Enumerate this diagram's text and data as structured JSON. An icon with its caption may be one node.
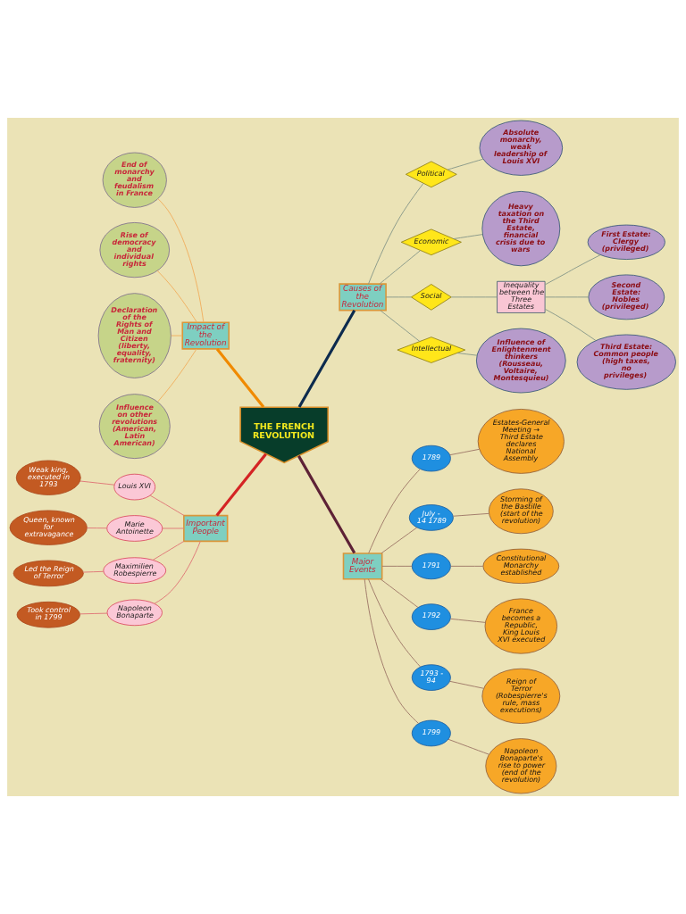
{
  "diagram": {
    "nodes": [
      {
        "text": [
          "THE FRENCH REVOLUTION"
        ]
      },
      {
        "text": [
          "Causes of the Revolution"
        ]
      },
      {
        "text": [
          "Political"
        ]
      },
      {
        "text": [
          "Absolute monarchy, weak leadership of Louis XVI"
        ]
      },
      {
        "text": [
          "Economic"
        ]
      },
      {
        "text": [
          "Heavy taxation on the Third Estate, financial crisis due to wars"
        ]
      },
      {
        "text": [
          "Social"
        ]
      },
      {
        "text": [
          "Inequality between the Three Estates"
        ]
      },
      {
        "text": [
          "First Estate: Clergy (privileged)"
        ]
      },
      {
        "text": [
          "Second Estate: Nobles (privileged)"
        ]
      },
      {
        "text": [
          "Third Estate: Common people (high taxes, no privileges)"
        ]
      },
      {
        "text": [
          "Intellectual"
        ]
      },
      {
        "text": [
          "Influence of Enlightenment thinkers (Rousseau, Voltaire, Montesquieu)"
        ]
      },
      {
        "text": [
          "Major Events"
        ]
      },
      {
        "text": [
          "1789"
        ]
      },
      {
        "text": [
          "Estates-General Meeting → Third Estate declares National Assembly"
        ]
      },
      {
        "text": [
          "July - 14 1789"
        ]
      },
      {
        "text": [
          "Storming of the Bastille (start of the revolution)"
        ]
      },
      {
        "text": [
          "1791"
        ]
      },
      {
        "text": [
          "Constitutional Monarchy established"
        ]
      },
      {
        "text": [
          "1792"
        ]
      },
      {
        "text": [
          "France becomes a Republic, King Louis XVI executed"
        ]
      },
      {
        "text": [
          "1793 - 94"
        ]
      },
      {
        "text": [
          "Reign of Terror (Robespierre's rule, mass executions)"
        ]
      },
      {
        "text": [
          "1799"
        ]
      },
      {
        "text": [
          "Napoleon Bonaparte's rise to power (end of the revolution)"
        ]
      },
      {
        "text": [
          "Impact of the Revolution"
        ]
      },
      {
        "text": [
          "End of monarchy and feudalism in France"
        ]
      },
      {
        "text": [
          "Rise of democracy and individual rights"
        ]
      },
      {
        "text": [
          "Declaration of the Rights of Man and Citizen (liberty, equality, fraternity)"
        ]
      },
      {
        "text": [
          "Influence on other revolutions (American, Latin American)"
        ]
      },
      {
        "text": [
          "Important People"
        ]
      },
      {
        "text": [
          "Louis XVI"
        ]
      },
      {
        "text": [
          "Weak king, executed in 1793"
        ]
      },
      {
        "text": [
          "Marie Antoinette"
        ]
      },
      {
        "text": [
          "Queen, known for extravagance"
        ]
      },
      {
        "text": [
          "Maximilien Robespierre"
        ]
      },
      {
        "text": [
          "Led the Reign of Terror"
        ]
      },
      {
        "text": [
          "Napoleon Bonaparte"
        ]
      },
      {
        "text": [
          "Took control in 1799"
        ]
      }
    ],
    "edges": [
      {
        "from": 0,
        "to": 1,
        "arrow": "none",
        "style": "thick",
        "color": "#0d2b4e"
      },
      {
        "from": 1,
        "to": 2,
        "arrow": "none",
        "color": "#8a9a8a"
      },
      {
        "from": 2,
        "to": 3,
        "arrow": "none",
        "color": "#8a9a8a"
      },
      {
        "from": 1,
        "to": 4,
        "arrow": "none",
        "color": "#8a9a8a"
      },
      {
        "from": 4,
        "to": 5,
        "arrow": "none",
        "color": "#8a9a8a"
      },
      {
        "from": 1,
        "to": 6,
        "arrow": "none",
        "color": "#8a9a8a"
      },
      {
        "from": 6,
        "to": 7,
        "arrow": "none",
        "color": "#8a9a8a"
      },
      {
        "from": 7,
        "to": 8,
        "arrow": "none",
        "color": "#8a9a8a"
      },
      {
        "from": 7,
        "to": 9,
        "arrow": "none",
        "color": "#8a9a8a"
      },
      {
        "from": 7,
        "to": 10,
        "arrow": "none",
        "color": "#8a9a8a"
      },
      {
        "from": 1,
        "to": 11,
        "arrow": "none",
        "color": "#8a9a8a"
      },
      {
        "from": 11,
        "to": 12,
        "arrow": "none",
        "color": "#8a9a8a"
      },
      {
        "from": 0,
        "to": 13,
        "arrow": "none",
        "style": "thick",
        "color": "#5e2236"
      },
      {
        "from": 13,
        "to": 14,
        "arrow": "none",
        "color": "#a07a6a"
      },
      {
        "from": 14,
        "to": 15,
        "arrow": "none",
        "color": "#a07a6a"
      },
      {
        "from": 13,
        "to": 16,
        "arrow": "none",
        "color": "#a07a6a"
      },
      {
        "from": 16,
        "to": 17,
        "arrow": "none",
        "color": "#a07a6a"
      },
      {
        "from": 13,
        "to": 18,
        "arrow": "none",
        "color": "#a07a6a"
      },
      {
        "from": 18,
        "to": 19,
        "arrow": "none",
        "color": "#a07a6a"
      },
      {
        "from": 13,
        "to": 20,
        "arrow": "none",
        "color": "#a07a6a"
      },
      {
        "from": 20,
        "to": 21,
        "arrow": "none",
        "color": "#a07a6a"
      },
      {
        "from": 13,
        "to": 22,
        "arrow": "none",
        "color": "#a07a6a"
      },
      {
        "from": 22,
        "to": 23,
        "arrow": "none",
        "color": "#a07a6a"
      },
      {
        "from": 13,
        "to": 24,
        "arrow": "none",
        "color": "#a07a6a"
      },
      {
        "from": 24,
        "to": 25,
        "arrow": "none",
        "color": "#a07a6a"
      },
      {
        "from": 0,
        "to": 26,
        "arrow": "none",
        "style": "thick",
        "color": "#f08a00"
      },
      {
        "from": 26,
        "to": 27,
        "arrow": "none",
        "color": "#f0b060"
      },
      {
        "from": 26,
        "to": 28,
        "arrow": "none",
        "color": "#f0b060"
      },
      {
        "from": 26,
        "to": 29,
        "arrow": "none",
        "color": "#f0b060"
      },
      {
        "from": 26,
        "to": 30,
        "arrow": "none",
        "color": "#f0b060"
      },
      {
        "from": 0,
        "to": 31,
        "arrow": "none",
        "style": "thick",
        "color": "#d42424"
      },
      {
        "from": 31,
        "to": 32,
        "arrow": "none",
        "color": "#e07878"
      },
      {
        "from": 32,
        "to": 33,
        "arrow": "none",
        "color": "#e07878"
      },
      {
        "from": 31,
        "to": 34,
        "arrow": "none",
        "color": "#e07878"
      },
      {
        "from": 34,
        "to": 35,
        "arrow": "none",
        "color": "#e07878"
      },
      {
        "from": 31,
        "to": 36,
        "arrow": "none",
        "color": "#e07878"
      },
      {
        "from": 36,
        "to": 37,
        "arrow": "none",
        "color": "#e07878"
      },
      {
        "from": 31,
        "to": 38,
        "arrow": "none",
        "color": "#e07878"
      },
      {
        "from": 38,
        "to": 39,
        "arrow": "none",
        "color": "#e07878"
      }
    ]
  }
}
